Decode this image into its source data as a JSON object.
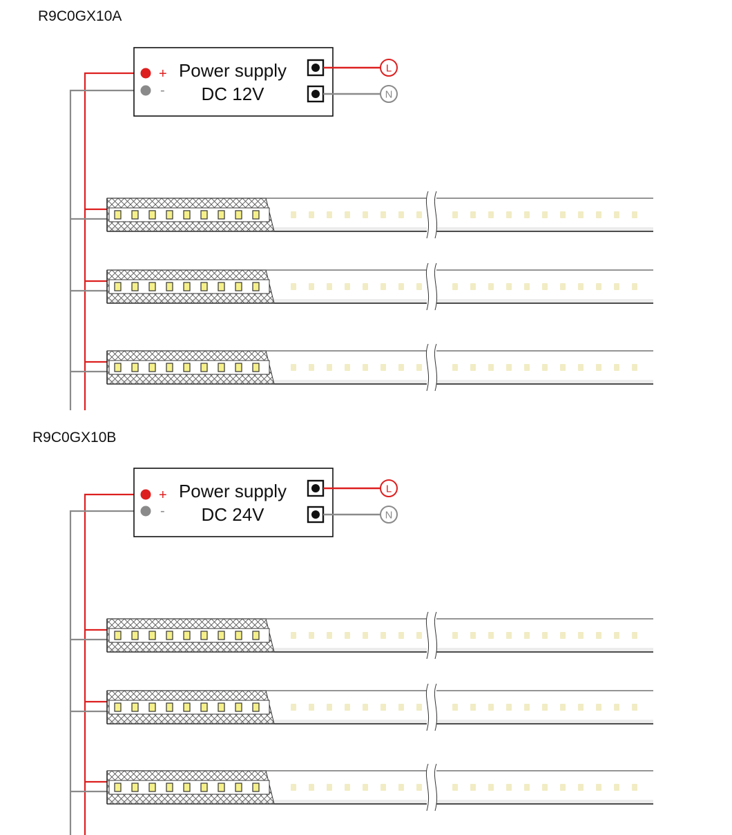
{
  "colors": {
    "positive": "#dd1f1f",
    "negative": "#8a8a8a",
    "outline": "#111111",
    "led": "#f5f08a",
    "led_faded": "#f1ecc4",
    "strip_fill": "#ffffff",
    "strip_shadow": "#ececec"
  },
  "diagrams": [
    {
      "id": "a",
      "title": "R9C0GX10A",
      "power_supply": {
        "line1": "Power supply",
        "line2": "DC 12V",
        "plus": "+",
        "minus": "-"
      },
      "terminals": {
        "live": "L",
        "neutral": "N"
      },
      "strip_count": 3
    },
    {
      "id": "b",
      "title": "R9C0GX10B",
      "power_supply": {
        "line1": "Power supply",
        "line2": "DC 24V",
        "plus": "+",
        "minus": "-"
      },
      "terminals": {
        "live": "L",
        "neutral": "N"
      },
      "strip_count": 3
    }
  ]
}
